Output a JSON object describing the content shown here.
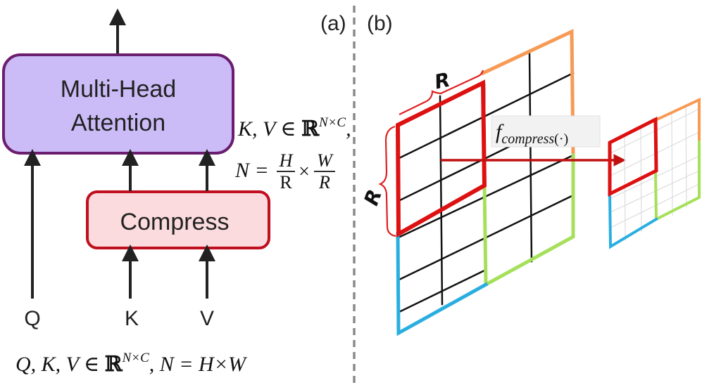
{
  "panels": {
    "a": "(a)",
    "b": "(b)"
  },
  "blocks": {
    "attention": [
      "Multi-Head",
      "Attention"
    ],
    "compress": "Compress"
  },
  "inputs": {
    "q": "Q",
    "k": "K",
    "v": "V"
  },
  "equations": {
    "kv_space": {
      "vars": "K, V ∈ ",
      "set": "ℝ",
      "sup": "N×C",
      "trail": ","
    },
    "n_ratio": {
      "lhs": "N = ",
      "num1": "H",
      "den1": "R",
      "times": "×",
      "num2": "W",
      "den2": "R"
    },
    "qkv_space": {
      "vars": "Q, K, V ∈ ",
      "set": "ℝ",
      "sup": "N×C",
      "rest": ", N = H×W"
    }
  },
  "grid_labels": {
    "top": "R",
    "side": "R"
  },
  "compress_func": {
    "f": "f",
    "sub": "compress",
    "args": "(·)"
  },
  "colors": {
    "attention_fill": "#cbbcf7",
    "attention_stroke": "#6b1d6f",
    "compress_fill": "#fbdbdd",
    "compress_stroke": "#c00f1e",
    "highlight": "#dd1111",
    "orange": "#f79a55",
    "green": "#a6e05a",
    "blue": "#2aaee0"
  }
}
